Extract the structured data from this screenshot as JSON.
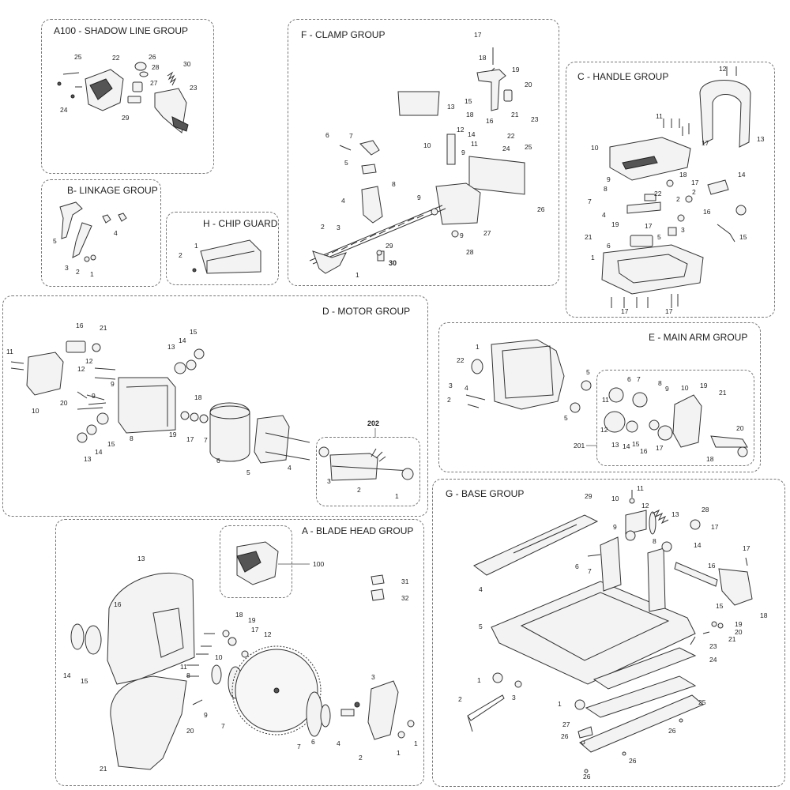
{
  "groups": {
    "a100": {
      "title": "A100 - SHADOW LINE GROUP"
    },
    "b": {
      "title": "B- LINKAGE GROUP"
    },
    "h": {
      "title": "H - CHIP GUARD"
    },
    "f": {
      "title": "F - CLAMP GROUP"
    },
    "c": {
      "title": "C - HANDLE GROUP"
    },
    "d": {
      "title": "D - MOTOR GROUP",
      "subgroup": "202"
    },
    "e": {
      "title": "E - MAIN ARM GROUP",
      "subgroup": "201"
    },
    "a": {
      "title": "A - BLADE HEAD GROUP",
      "subgroup": "100"
    },
    "g": {
      "title": "G - BASE GROUP"
    }
  }
}
